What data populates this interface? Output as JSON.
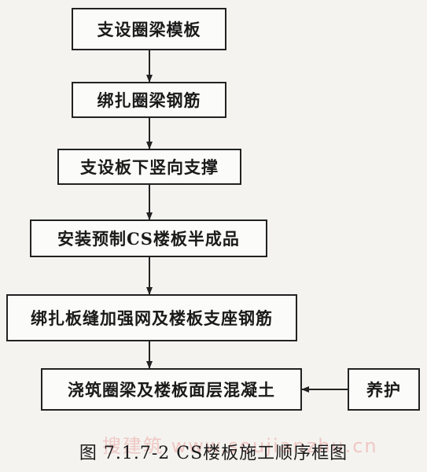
{
  "steps": [
    "支设圈梁模板",
    "绑扎圈梁钢筋",
    "支设板下竖向支撑",
    "安装预制CS楼板半成品",
    "绑扎板缝加强网及楼板支座钢筋",
    "浇筑圈梁及楼板面层混凝土"
  ],
  "side_step": "养护",
  "caption": "图 7.1.7-2   CS楼板施工顺序框图",
  "watermark": "搜建筑  www.soujianzhu.cn",
  "colors": {
    "line": "#222222",
    "background": "#f4f3ef",
    "watermark": "#e47878"
  }
}
